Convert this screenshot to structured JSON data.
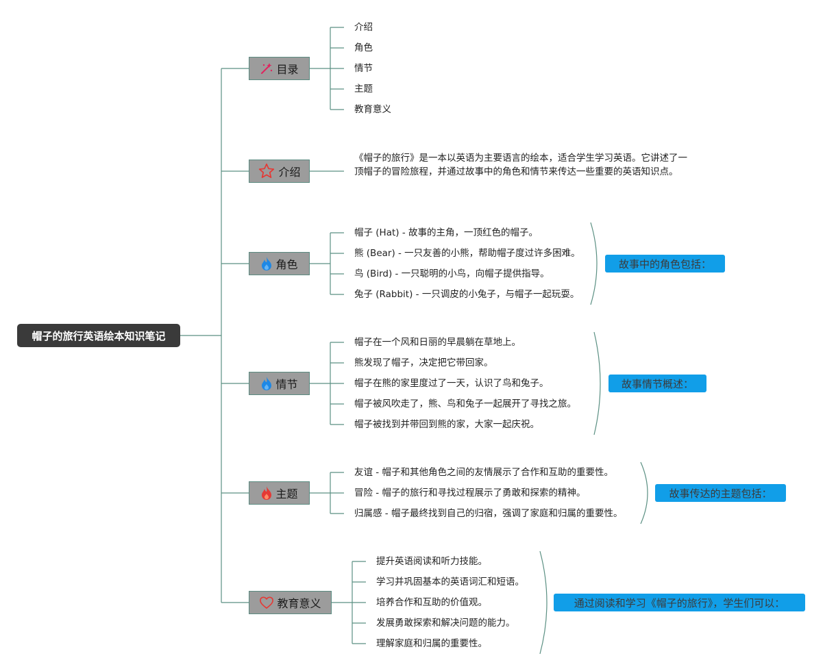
{
  "root": {
    "title": "帽子的旅行英语绘本知识笔记"
  },
  "colors": {
    "connector": "#5a8f82",
    "root_bg": "#3a3a3a",
    "node_bg": "#9c9c9c",
    "summary_bg": "#119ee8"
  },
  "branches": {
    "toc": {
      "label": "目录",
      "icon": "magic-wand-icon",
      "items": [
        "介绍",
        "角色",
        "情节",
        "主题",
        "教育意义"
      ]
    },
    "intro": {
      "label": "介绍",
      "icon": "star-icon",
      "text": "《帽子的旅行》是一本以英语为主要语言的绘本，适合学生学习英语。它讲述了一顶帽子的冒险旅程，并通过故事中的角色和情节来传达一些重要的英语知识点。"
    },
    "characters": {
      "label": "角色",
      "icon": "flame-blue-icon",
      "items": [
        "帽子 (Hat) - 故事的主角，一顶红色的帽子。",
        "熊 (Bear) - 一只友善的小熊，帮助帽子度过许多困难。",
        "鸟 (Bird) - 一只聪明的小鸟，向帽子提供指导。",
        "兔子 (Rabbit) - 一只调皮的小兔子，与帽子一起玩耍。"
      ],
      "summary": "故事中的角色包括："
    },
    "plot": {
      "label": "情节",
      "icon": "flame-blue-icon",
      "items": [
        "帽子在一个风和日丽的早晨躺在草地上。",
        "熊发现了帽子，决定把它带回家。",
        "帽子在熊的家里度过了一天，认识了鸟和兔子。",
        "帽子被风吹走了，熊、鸟和兔子一起展开了寻找之旅。",
        "帽子被找到并带回到熊的家，大家一起庆祝。"
      ],
      "summary": "故事情节概述："
    },
    "theme": {
      "label": "主题",
      "icon": "flame-red-icon",
      "items": [
        "友谊 - 帽子和其他角色之间的友情展示了合作和互助的重要性。",
        "冒险 - 帽子的旅行和寻找过程展示了勇敢和探索的精神。",
        "归属感 - 帽子最终找到自己的归宿，强调了家庭和归属的重要性。"
      ],
      "summary": "故事传达的主题包括："
    },
    "education": {
      "label": "教育意义",
      "icon": "heart-icon",
      "items": [
        "提升英语阅读和听力技能。",
        "学习并巩固基本的英语词汇和短语。",
        "培养合作和互助的价值观。",
        "发展勇敢探索和解决问题的能力。",
        "理解家庭和归属的重要性。"
      ],
      "summary": "通过阅读和学习《帽子的旅行》，学生们可以："
    }
  }
}
